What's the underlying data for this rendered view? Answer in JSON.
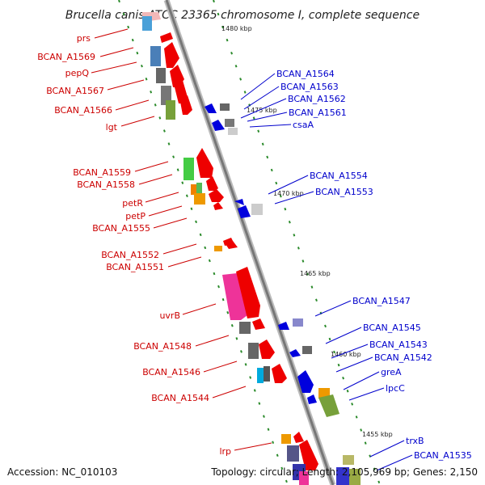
{
  "title": "Brucella canis ATCC 23365 chromosome I, complete sequence",
  "footer": {
    "accession": "Accession: NC_010103",
    "topology": "Topology: circular; Length: 2,105,969 bp; Genes: 2,150"
  },
  "scale_ticks": [
    "1480 kbp",
    "1475 kbp",
    "1470 kbp",
    "1465 kbp",
    "1460 kbp",
    "1455 kbp"
  ],
  "left_labels": [
    "prs",
    "BCAN_A1569",
    "pepQ",
    "BCAN_A1567",
    "BCAN_A1566",
    "lgt",
    "BCAN_A1559",
    "BCAN_A1558",
    "petR",
    "petP",
    "BCAN_A1555",
    "BCAN_A1552",
    "BCAN_A1551",
    "uvrB",
    "BCAN_A1548",
    "BCAN_A1546",
    "BCAN_A1544",
    "lrp"
  ],
  "right_labels": [
    "BCAN_A1564",
    "BCAN_A1563",
    "BCAN_A1562",
    "BCAN_A1561",
    "csaA",
    "BCAN_A1554",
    "BCAN_A1553",
    "BCAN_A1547",
    "BCAN_A1545",
    "BCAN_A1543",
    "BCAN_A1542",
    "greA",
    "lpcC",
    "trxB",
    "BCAN_A1535"
  ],
  "colors": {
    "left_label": "#cc0000",
    "right_label": "#0000cc",
    "forward_strand": "#ee0000",
    "reverse_strand": "#0000dd",
    "backbone": "#888888",
    "tick_mark": "#2a8a2a"
  }
}
